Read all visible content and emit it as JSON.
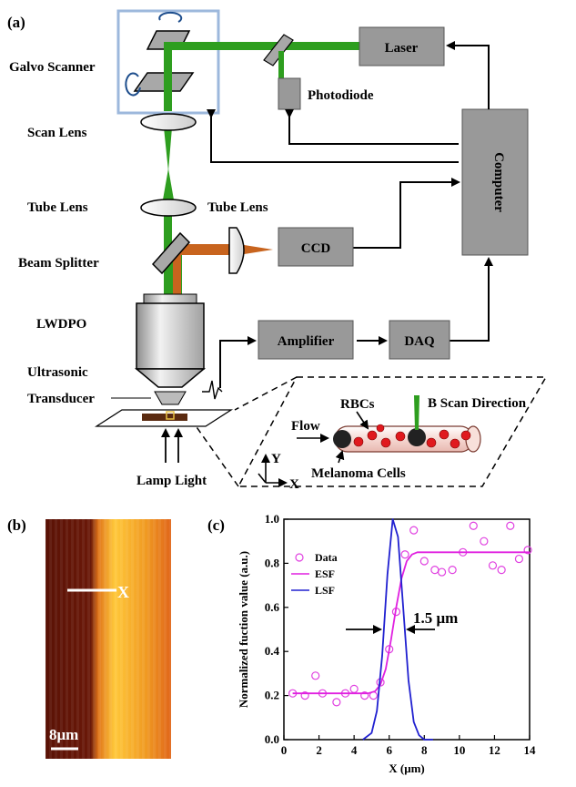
{
  "panel_a": {
    "tag": "(a)",
    "labels": {
      "galvo_scanner": "Galvo Scanner",
      "scan_lens": "Scan Lens",
      "tube_lens_left": "Tube Lens",
      "tube_lens_right": "Tube Lens",
      "beam_splitter": "Beam Splitter",
      "lwdpo": "LWDPO",
      "ultrasonic": "Ultrasonic",
      "transducer": "Transducer",
      "lamp_light": "Lamp Light",
      "photodiode": "Photodiode"
    },
    "boxes": {
      "laser": "Laser",
      "computer": "Computer",
      "ccd": "CCD",
      "amplifier": "Amplifier",
      "daq": "DAQ"
    },
    "inset": {
      "flow": "Flow",
      "rbcs": "RBCs",
      "b_scan": "B Scan Direction",
      "melanoma": "Melanoma Cells",
      "axis_y": "Y",
      "axis_x": "X"
    },
    "colors": {
      "green_beam": "#2e9e1f",
      "orange_beam": "#c8641e",
      "box_fill": "#999999",
      "galvo_frame": "#9db8dc",
      "rbc": "#e0191e"
    }
  },
  "panel_b": {
    "tag": "(b)",
    "marker": "X",
    "scale_bar": "8μm",
    "colors": {
      "dark": "#5a1206",
      "bright": "#ffc41f",
      "mid": "#e8701a"
    }
  },
  "panel_c": {
    "tag": "(c)",
    "annotation": "1.5 μm",
    "chart_data": {
      "type": "line",
      "xlabel": "X (μm)",
      "ylabel": "Normalized fuction value (a.u.)",
      "xlim": [
        0,
        14
      ],
      "ylim": [
        0.0,
        1.0
      ],
      "xticks": [
        "0",
        "2",
        "4",
        "6",
        "8",
        "10",
        "12",
        "14"
      ],
      "yticks": [
        "0.0",
        "0.2",
        "0.4",
        "0.6",
        "0.8",
        "1.0"
      ],
      "legend_position": "top-left",
      "series": [
        {
          "name": "Data",
          "style": "open-circle",
          "color": "#e040e0",
          "x": [
            0.5,
            1.2,
            1.8,
            2.2,
            3.0,
            3.5,
            4.0,
            4.6,
            5.1,
            5.5,
            6.0,
            6.4,
            6.9,
            7.4,
            8.0,
            8.6,
            9.0,
            9.6,
            10.2,
            10.8,
            11.4,
            11.9,
            12.4,
            12.9,
            13.4,
            13.9
          ],
          "y": [
            0.21,
            0.2,
            0.29,
            0.21,
            0.17,
            0.21,
            0.23,
            0.2,
            0.2,
            0.26,
            0.41,
            0.58,
            0.84,
            0.95,
            0.81,
            0.77,
            0.76,
            0.77,
            0.85,
            0.97,
            0.9,
            0.79,
            0.77,
            0.97,
            0.82,
            0.86
          ]
        },
        {
          "name": "ESF",
          "style": "line",
          "color": "#e020e0",
          "x": [
            0.5,
            4.8,
            5.2,
            5.5,
            5.8,
            6.1,
            6.4,
            6.7,
            7.0,
            7.3,
            7.6,
            14.0
          ],
          "y": [
            0.21,
            0.21,
            0.22,
            0.25,
            0.32,
            0.45,
            0.6,
            0.73,
            0.81,
            0.84,
            0.85,
            0.85
          ]
        },
        {
          "name": "LSF",
          "style": "line",
          "color": "#2020d0",
          "x": [
            4.5,
            5.0,
            5.3,
            5.6,
            5.9,
            6.2,
            6.5,
            6.8,
            7.1,
            7.4,
            7.7,
            8.0,
            8.5
          ],
          "y": [
            0.0,
            0.03,
            0.13,
            0.38,
            0.75,
            1.0,
            0.92,
            0.6,
            0.27,
            0.08,
            0.02,
            0.0,
            0.0
          ]
        }
      ]
    }
  }
}
